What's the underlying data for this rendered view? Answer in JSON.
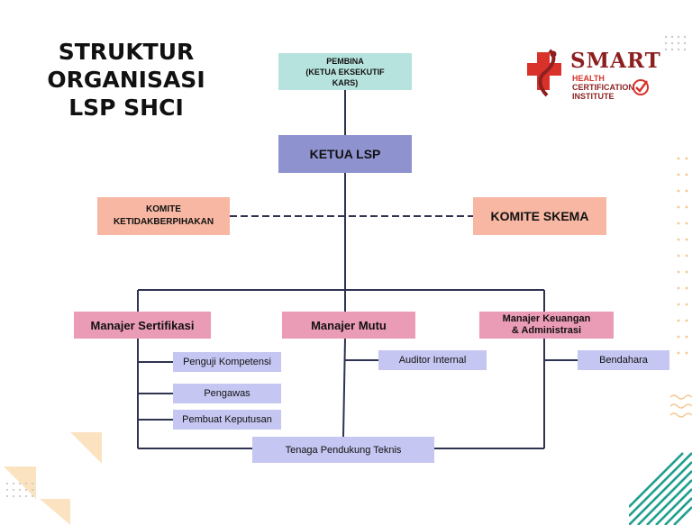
{
  "title": {
    "line1": "STRUKTUR",
    "line2": "ORGANISASI",
    "line3": "LSP SHCI"
  },
  "logo": {
    "word1": "SMART",
    "word2": "HEALTH",
    "word3": "CERTIFICATION",
    "word4": "INSTITUTE",
    "color": "#8d1f1f",
    "accent": "#d9322a"
  },
  "nodes": {
    "pembina_1": "PEMBINA",
    "pembina_2": "(KETUA EKSEKUTIF",
    "pembina_3": "KARS)",
    "ketua": "KETUA LSP",
    "komite_ketidak_1": "KOMITE",
    "komite_ketidak_2": "KETIDAKBERPIHAKAN",
    "komite_skema": "KOMITE SKEMA",
    "manajer_sertifikasi": "Manajer Sertifikasi",
    "manajer_mutu": "Manajer Mutu",
    "manajer_keuangan_1": "Manajer Keuangan",
    "manajer_keuangan_2": "& Administrasi",
    "penguji": "Penguji Kompetensi",
    "pengawas": "Pengawas",
    "pembuat": "Pembuat Keputusan",
    "auditor": "Auditor Internal",
    "bendahara": "Bendahara",
    "tenaga": "Tenaga Pendukung Teknis"
  },
  "colors": {
    "teal": "#b7e3df",
    "purple": "#8e92cf",
    "salmon": "#f7b7a3",
    "pink": "#ea9bb5",
    "lavender": "#c5c6f1",
    "line": "#2e3350"
  }
}
